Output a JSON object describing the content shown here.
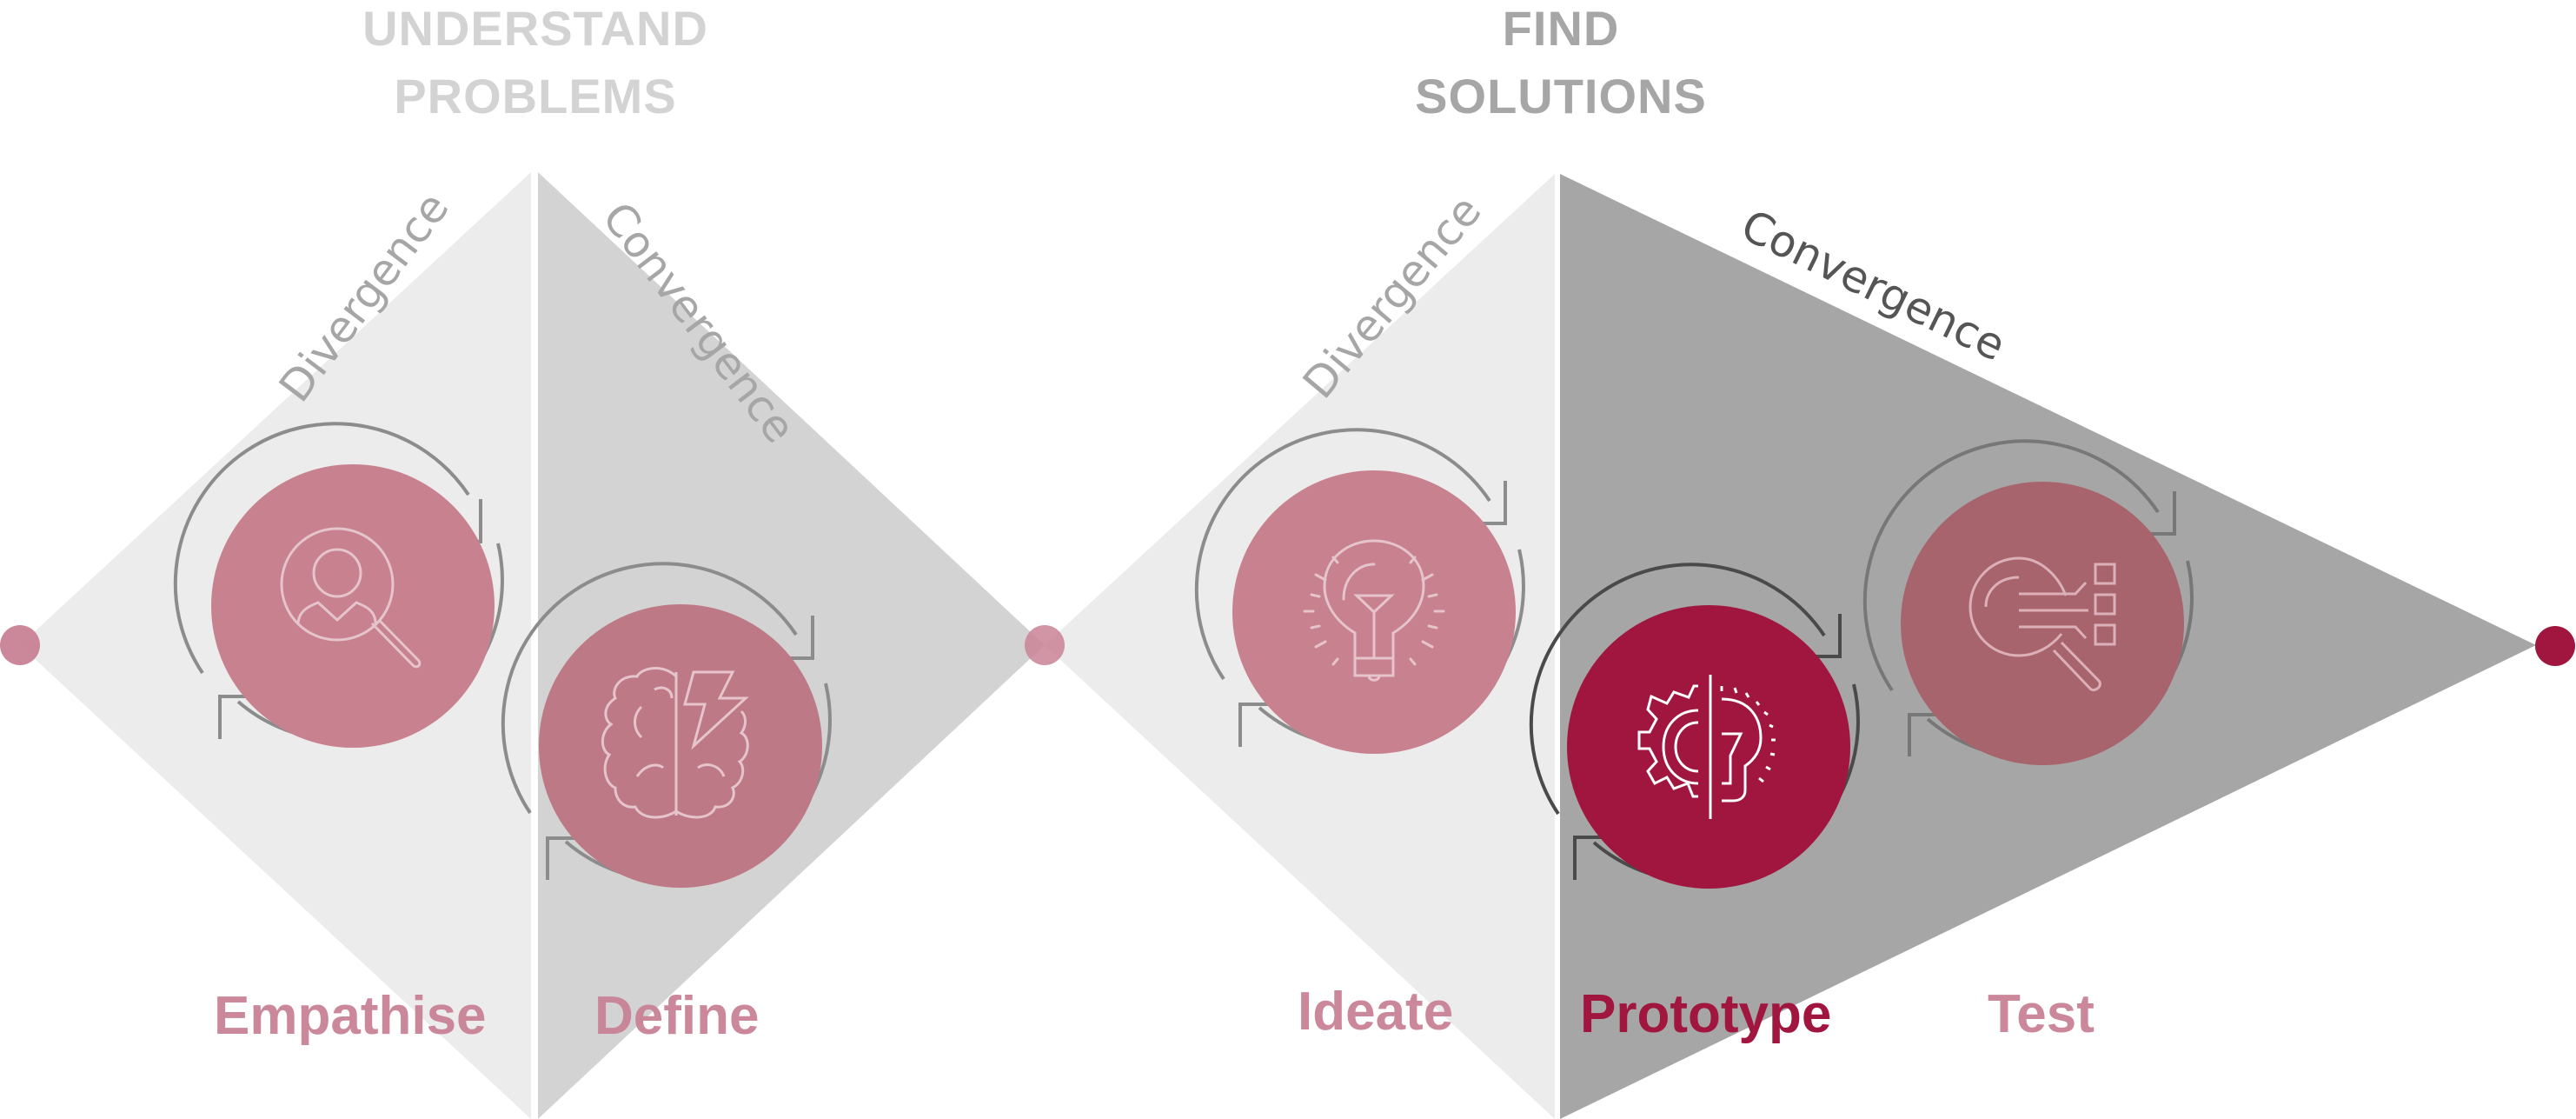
{
  "title": "Design Thinking Double Diamond",
  "headings": {
    "understand": {
      "line1": "UNDERSTAND",
      "line2": "PROBLEMS",
      "color": "#d3d3d3"
    },
    "find": {
      "line1": "FIND",
      "line2": "SOLUTIONS",
      "color": "#a6a6a6"
    }
  },
  "edge_labels": {
    "left_divergence": {
      "text": "Divergence",
      "color": "#a6a6a6"
    },
    "left_convergence": {
      "text": "Convergence",
      "color": "#a6a6a6"
    },
    "right_divergence": {
      "text": "Divergence",
      "color": "#a6a6a6"
    },
    "right_convergence": {
      "text": "Convergence",
      "color": "#555555"
    }
  },
  "phases": [
    {
      "label": "Empathise",
      "icon": "user-search-icon",
      "color": "#c98296",
      "circle_color": "#c8818f",
      "active": false
    },
    {
      "label": "Define",
      "icon": "brain-lightning-icon",
      "color": "#c98296",
      "circle_color": "#bd7985",
      "active": false
    },
    {
      "label": "Ideate",
      "icon": "lightbulb-icon",
      "color": "#c98296",
      "circle_color": "#c8818f",
      "active": false
    },
    {
      "label": "Prototype",
      "icon": "gear-bulb-icon",
      "color": "#a0163f",
      "circle_color": "#a0163f",
      "active": true
    },
    {
      "label": "Test",
      "icon": "magnifier-checklist-icon",
      "color": "#c98296",
      "circle_color": "#a8646d",
      "active": false
    }
  ],
  "colors": {
    "diamond_light": "#ececec",
    "diamond_mid": "#d3d3d3",
    "diamond_dark": "#a6a6a6",
    "dot_inactive": "#c98296",
    "dot_active": "#a0163f",
    "cycle_arrow": "#8c8c8c",
    "cycle_arrow_active": "#4a4a4a"
  }
}
